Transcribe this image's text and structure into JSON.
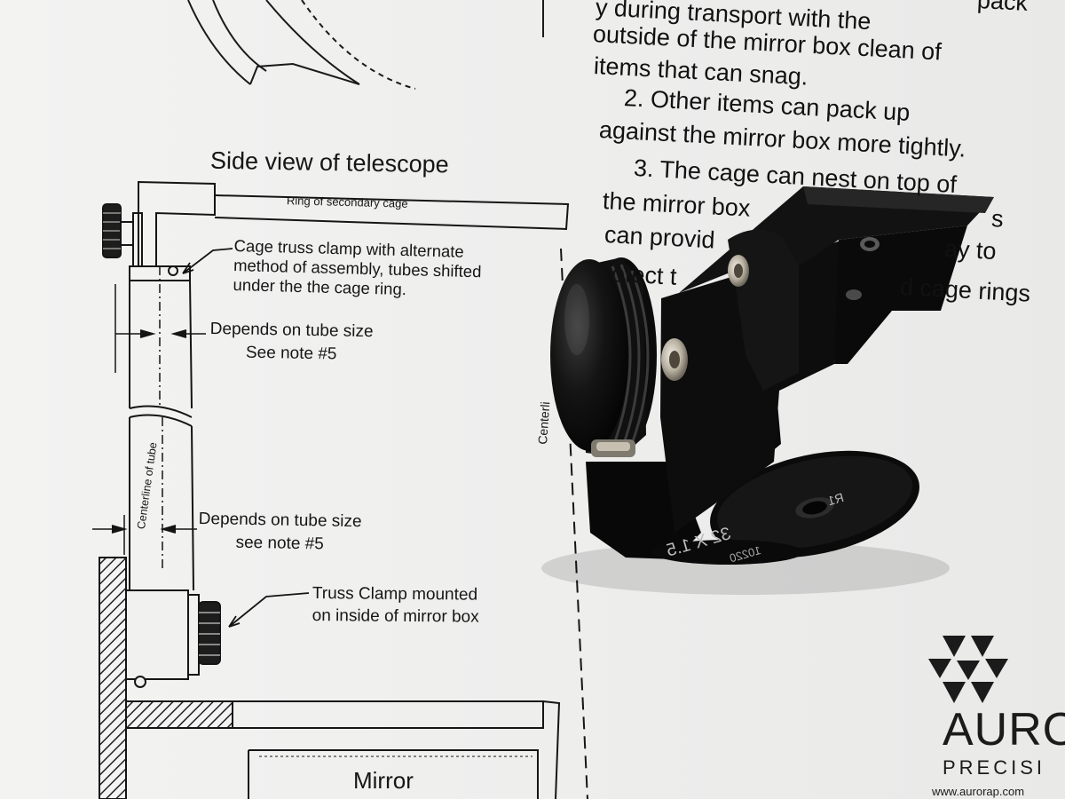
{
  "paper": {
    "heading": "Side view of telescope",
    "ring_label": "Ring of secondary cage",
    "clamp_note": [
      "Cage truss clamp with alternate",
      "method of assembly, tubes shifted",
      "under the the cage ring."
    ],
    "tube_note_1": [
      "Depends on tube size",
      "See note #5"
    ],
    "tube_note_2": [
      "Depends on tube size",
      "see note #5"
    ],
    "centerline_tube": "Centerline of tube",
    "centerline_partial": "Centerli",
    "mount_note": [
      "Truss Clamp mounted",
      "on inside of mirror box"
    ],
    "mirror_label": "Mirror"
  },
  "right_text": [
    "y during transport with the",
    "outside of the mirror box clean of",
    "items that can snag.",
    "2.  Other items can pack up",
    "against the mirror box more tightly.",
    "3.  The cage can nest on top of",
    "the mirror box",
    "can provid",
    "otect t",
    "d cage rings"
  ],
  "right_text_fragments": [
    "pack",
    "s",
    "ay to"
  ],
  "clamp_engraving": [
    "32 X 1.5",
    "R1",
    "10220"
  ],
  "logo": {
    "name": "AURO",
    "tagline": "PRECISI",
    "url": "www.aurorap.com"
  },
  "colors": {
    "paper": "#f1f1f0",
    "ink": "#151515",
    "anodized_black": "#0c0c0c",
    "steel": "#c9c4b8"
  }
}
